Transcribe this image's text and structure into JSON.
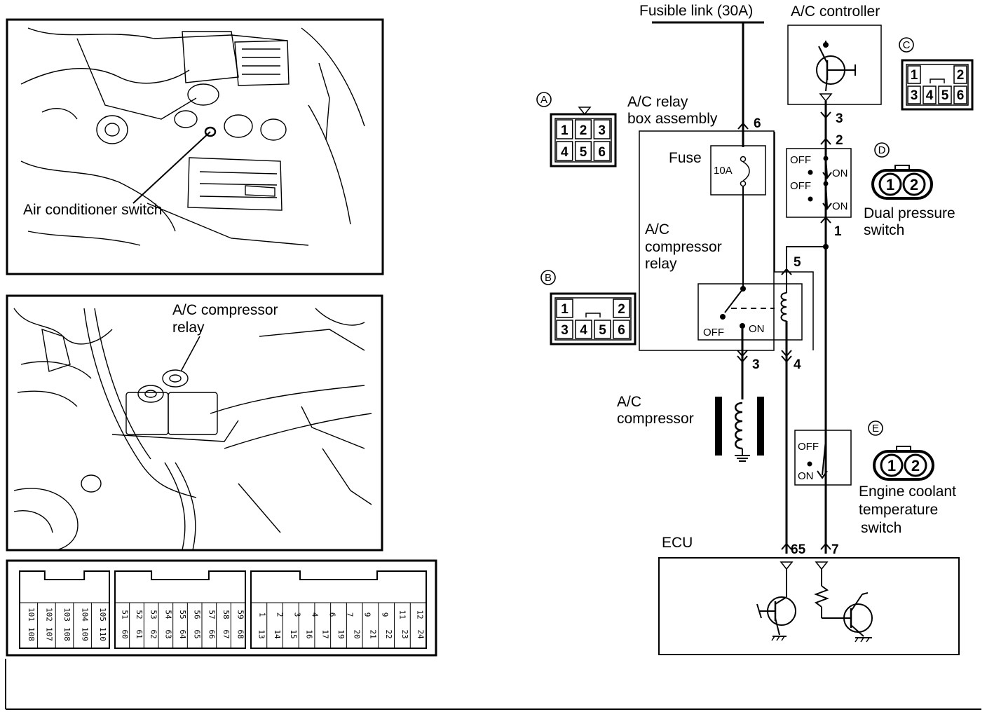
{
  "photos": {
    "switch_callout": "Air conditioner switch",
    "relay_callout_line1": "A/C compressor",
    "relay_callout_line2": "relay"
  },
  "ecu_connector": {
    "group1_top": [
      "101",
      "102",
      "103",
      "104",
      "105"
    ],
    "group1_bottom": [
      "108",
      "107",
      "108",
      "109",
      "110"
    ],
    "group2_top": [
      "51",
      "52",
      "53",
      "54",
      "55",
      "56",
      "57",
      "58",
      "59"
    ],
    "group2_bottom": [
      "60",
      "61",
      "62",
      "63",
      "64",
      "65",
      "66",
      "67",
      "68"
    ],
    "group3_top": [
      "1",
      "2",
      "3",
      "4",
      "6",
      "7",
      "9",
      "9",
      "11",
      "12"
    ],
    "group3_bottom": [
      "13",
      "14",
      "15",
      "16",
      "17",
      "19",
      "20",
      "21",
      "22",
      "23",
      "24"
    ]
  },
  "schematic": {
    "fusible_link": "Fusible link (30A)",
    "ac_controller": "A/C controller",
    "relay_box_line1": "A/C relay",
    "relay_box_line2": "box assembly",
    "fuse_label": "Fuse",
    "fuse_rating": "10A",
    "relay_label_line1": "A/C",
    "relay_label_line2": "compressor",
    "relay_label_line3": "relay",
    "off": "OFF",
    "on": "ON",
    "compressor_line1": "A/C",
    "compressor_line2": "compressor",
    "dual_line1": "Dual pressure",
    "dual_line2": "switch",
    "coolant_line1": "Engine coolant",
    "coolant_line2": "temperature",
    "coolant_line3": "switch",
    "ecu": "ECU",
    "wire_6": "6",
    "wire_3_top": "3",
    "wire_2": "2",
    "wire_1": "1",
    "wire_5": "5",
    "wire_3_bottom": "3",
    "wire_4": "4",
    "wire_65": "65",
    "wire_7": "7"
  },
  "connectors": {
    "A": {
      "tag": "A",
      "top": [
        "1",
        "2",
        "3"
      ],
      "bottom": [
        "4",
        "5",
        "6"
      ]
    },
    "B": {
      "tag": "B",
      "top": [
        "1",
        "2"
      ],
      "bottom": [
        "3",
        "4",
        "5",
        "6"
      ]
    },
    "C": {
      "tag": "C",
      "top": [
        "1",
        "2"
      ],
      "bottom": [
        "3",
        "4",
        "5",
        "6"
      ]
    },
    "D": {
      "tag": "D",
      "pins": [
        "1",
        "2"
      ]
    },
    "E": {
      "tag": "E",
      "pins": [
        "1",
        "2"
      ]
    }
  }
}
